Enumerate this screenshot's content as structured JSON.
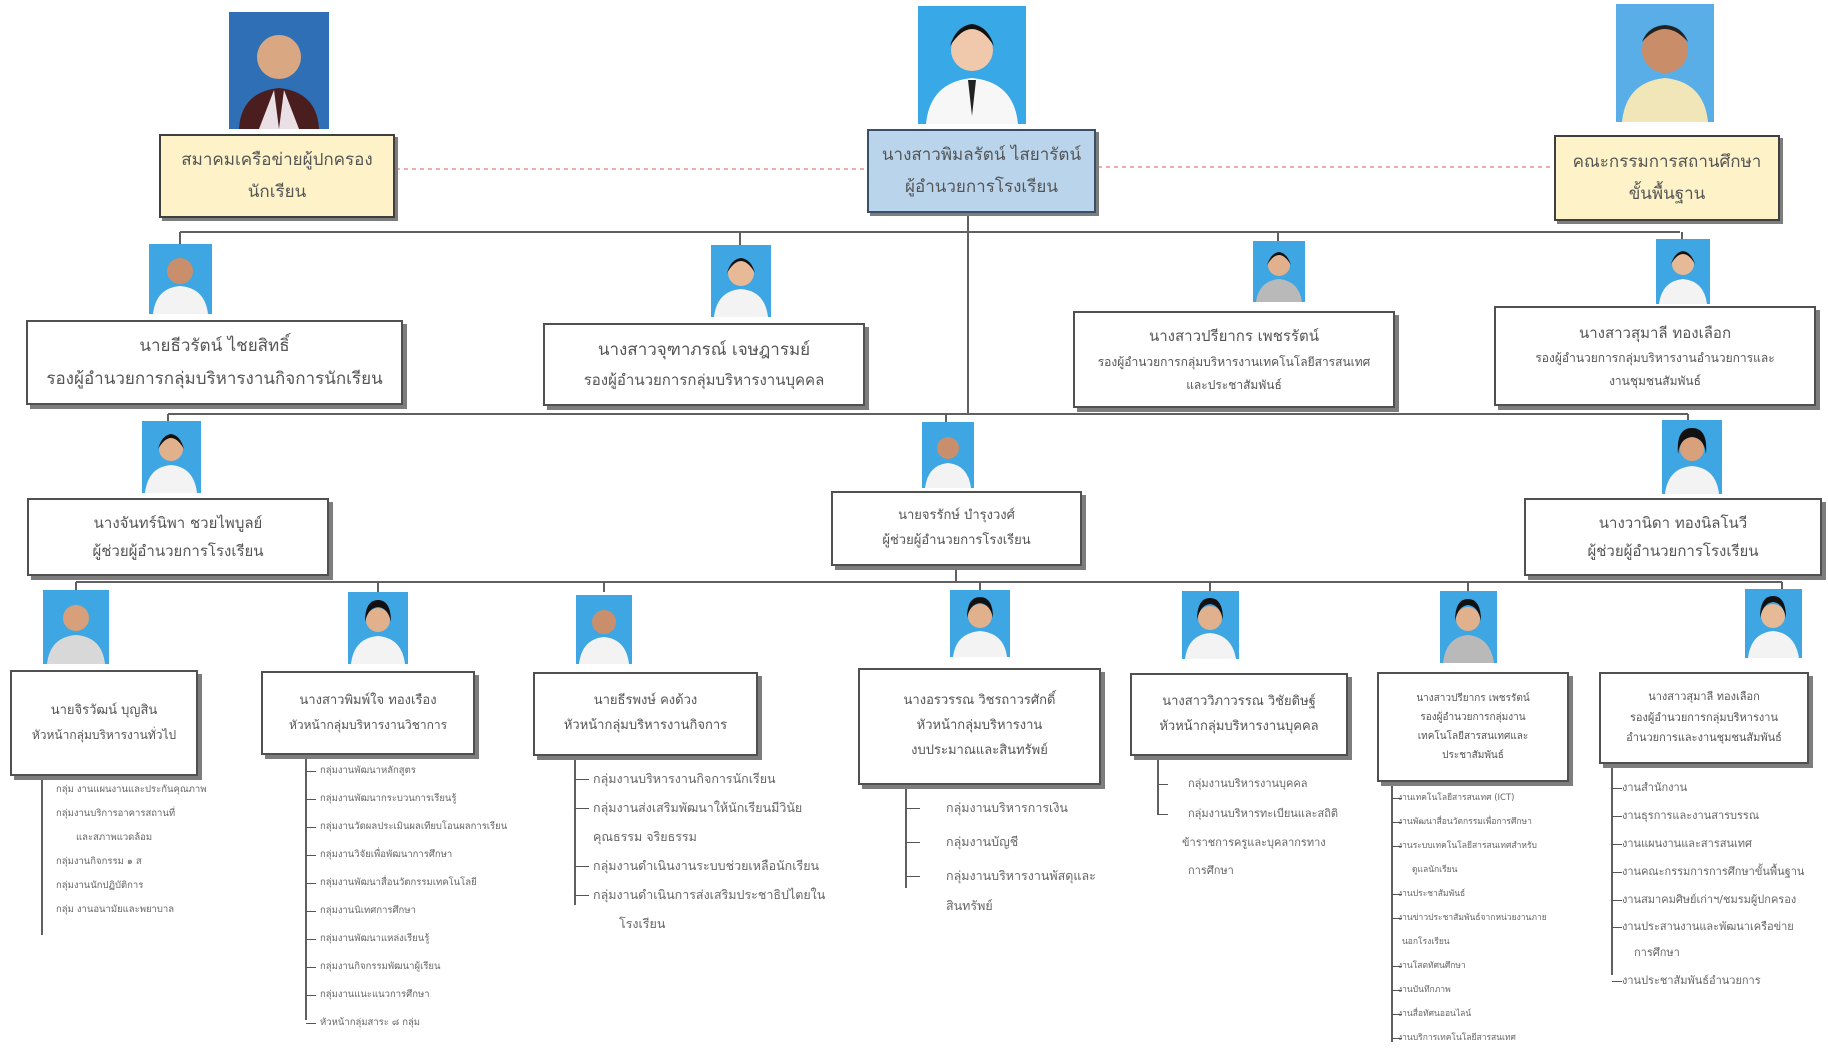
{
  "top": {
    "director": {
      "name": "นางสาวพิมลรัตน์ ไสยารัตน์",
      "role": "ผู้อำนวยการโรงเรียน"
    },
    "parents_network": {
      "line1": "สมาคมเครือข่ายผู้ปกครอง",
      "line2": "นักเรียน"
    },
    "school_board": {
      "line1": "คณะกรรมการสถานศึกษา",
      "line2": "ขั้นพื้นฐาน"
    }
  },
  "deputies": [
    {
      "name": "นายธีวรัตน์ ไชยสิทธิ์",
      "role": "รองผู้อำนวยการกลุ่มบริหารงานกิจการนักเรียน"
    },
    {
      "name": "นางสาวจุฑาภรณ์ เจษฎารมย์",
      "role": "รองผู้อำนวยการกลุ่มบริหารงานบุคคล"
    },
    {
      "name": "นางสาวปรียากร เพชรรัตน์",
      "role": "รองผู้อำนวยการกลุ่มบริหารงานเทคโนโลยีสารสนเทศ",
      "role2": "และประชาสัมพันธ์"
    },
    {
      "name": "นางสาวสุมาลี ทองเลือก",
      "role": "รองผู้อำนวยการกลุ่มบริหารงานอำนวยการและ",
      "role2": "งานชุมชนสัมพันธ์"
    }
  ],
  "assistants": [
    {
      "name": "นางจันทร์นิพา ชวยไพบูลย์",
      "role": "ผู้ช่วยผู้อำนวยการโรงเรียน"
    },
    {
      "name": "นายจรรักษ์ บำรุงวงศ์",
      "role": "ผู้ช่วยผู้อำนวยการโรงเรียน"
    },
    {
      "name": "นางวานิดา ทองนิลโนวี",
      "role": "ผู้ช่วยผู้อำนวยการโรงเรียน"
    }
  ],
  "heads": [
    {
      "name": "นายจิรวัฒน์ บุญสิน",
      "role": "หัวหน้ากลุ่มบริหารงานทั่วไป",
      "items": [
        "กลุ่ม งานแผนงานและประกันคุณภาพ",
        "กลุ่มงานบริการอาคารสถานที่",
        "และสภาพแวดล้อม",
        "กลุ่มงานกิจกรรม ๑ ส",
        "กลุ่มงานนักปฏิบัติการ",
        "กลุ่ม งานอนามัยและพยาบาล"
      ]
    },
    {
      "name": "นางสาวพิมพ์ใจ ทองเรือง",
      "role": "หัวหน้ากลุ่มบริหารงานวิชาการ",
      "items": [
        "กลุ่มงานพัฒนาหลักสูตร",
        "กลุ่มงานพัฒนากระบวนการเรียนรู้",
        "กลุ่มงานวัดผลประเมินผลเทียบโอนผลการเรียน",
        "กลุ่มงานวิจัยเพื่อพัฒนาการศึกษา",
        "กลุ่มงานพัฒนาสื่อนวัตกรรมเทคโนโลยี",
        "กลุ่มงานนิเทศการศึกษา",
        "กลุ่มงานพัฒนาแหล่งเรียนรู้",
        "กลุ่มงานกิจกรรมพัฒนาผู้เรียน",
        "กลุ่มงานแนะแนวการศึกษา",
        "หัวหน้ากลุ่มสาระ ๘ กลุ่ม"
      ]
    },
    {
      "name": "นายธีรพงษ์ คงด้วง",
      "role": "หัวหน้ากลุ่มบริหารงานกิจการ",
      "items": [
        "กลุ่มงานบริหารงานกิจการนักเรียน",
        "กลุ่มงานส่งเสริมพัฒนาให้นักเรียนมีวินัย",
        "คุณธรรม จริยธรรม",
        "กลุ่มงานดำเนินงานระบบช่วยเหลือนักเรียน",
        "กลุ่มงานดำเนินการส่งเสริมประชาธิปไตยใน",
        "โรงเรียน"
      ]
    },
    {
      "name": "นางอรวรรณ วิชรถาวรศักดิ์",
      "role": "หัวหน้ากลุ่มบริหารงาน",
      "role2": "งบประมาณและสินทรัพย์",
      "items": [
        "กลุ่มงานบริหารการเงิน",
        "กลุ่มงานบัญชี",
        "กลุ่มงานบริหารงานพัสดุและ",
        "สินทรัพย์"
      ]
    },
    {
      "name": "นางสาววิภาวรรณ วิชัยดิษฐ์",
      "role": "หัวหน้ากลุ่มบริหารงานบุคคล",
      "items": [
        "กลุ่มงานบริหารงานบุคคล",
        "กลุ่มงานบริหารทะเบียนและสถิติ",
        "ข้าราชการครูและบุคลากรทาง",
        "การศึกษา"
      ]
    },
    {
      "name": "นางสาวปรียากร เพชรรัตน์",
      "role": "รองผู้อำนวยการกลุ่มงาน",
      "role2": "เทคโนโลยีสารสนเทศและ",
      "role3": "ประชาสัมพันธ์",
      "items": [
        "งานเทคโนโลยีสารสนเทศ (ICT)",
        "งานพัฒนาสื่อนวัตกรรมเพื่อการศึกษา",
        "งานระบบเทคโนโลยีสารสนเทศสำหรับ",
        "ดูแลนักเรียน",
        "งานประชาสัมพันธ์",
        "งานข่าวประชาสัมพันธ์จากหน่วยงานภาย",
        "นอกโรงเรียน",
        "งานโสตทัศนศึกษา",
        "งานบันทึกภาพ",
        "งานสื่อทัศนออนไลน์",
        "งานบริการเทคโนโลยีสารสนเทศ"
      ]
    },
    {
      "name": "นางสาวสุมาลี ทองเลือก",
      "role": "รองผู้อำนวยการกลุ่มบริหารงาน",
      "role2": "อำนวยการและงานชุมชนสัมพันธ์",
      "items": [
        "งานสำนักงาน",
        "งานธุรการและงานสารบรรณ",
        "งานแผนงานและสารสนเทศ",
        "งานคณะกรรมการการศึกษาขั้นพื้นฐาน",
        "งานสมาคมศิษย์เก่าฯ/ชมรมผู้ปกครอง",
        "งานประสานงานและพัฒนาเครือข่าย",
        "การศึกษา",
        "งานประชาสัมพันธ์อำนวยการ"
      ]
    }
  ],
  "colors": {
    "line": "#606060",
    "dotted": "#e8948a",
    "yellow": "#fdf2c8",
    "blue": "#bad4ec"
  }
}
